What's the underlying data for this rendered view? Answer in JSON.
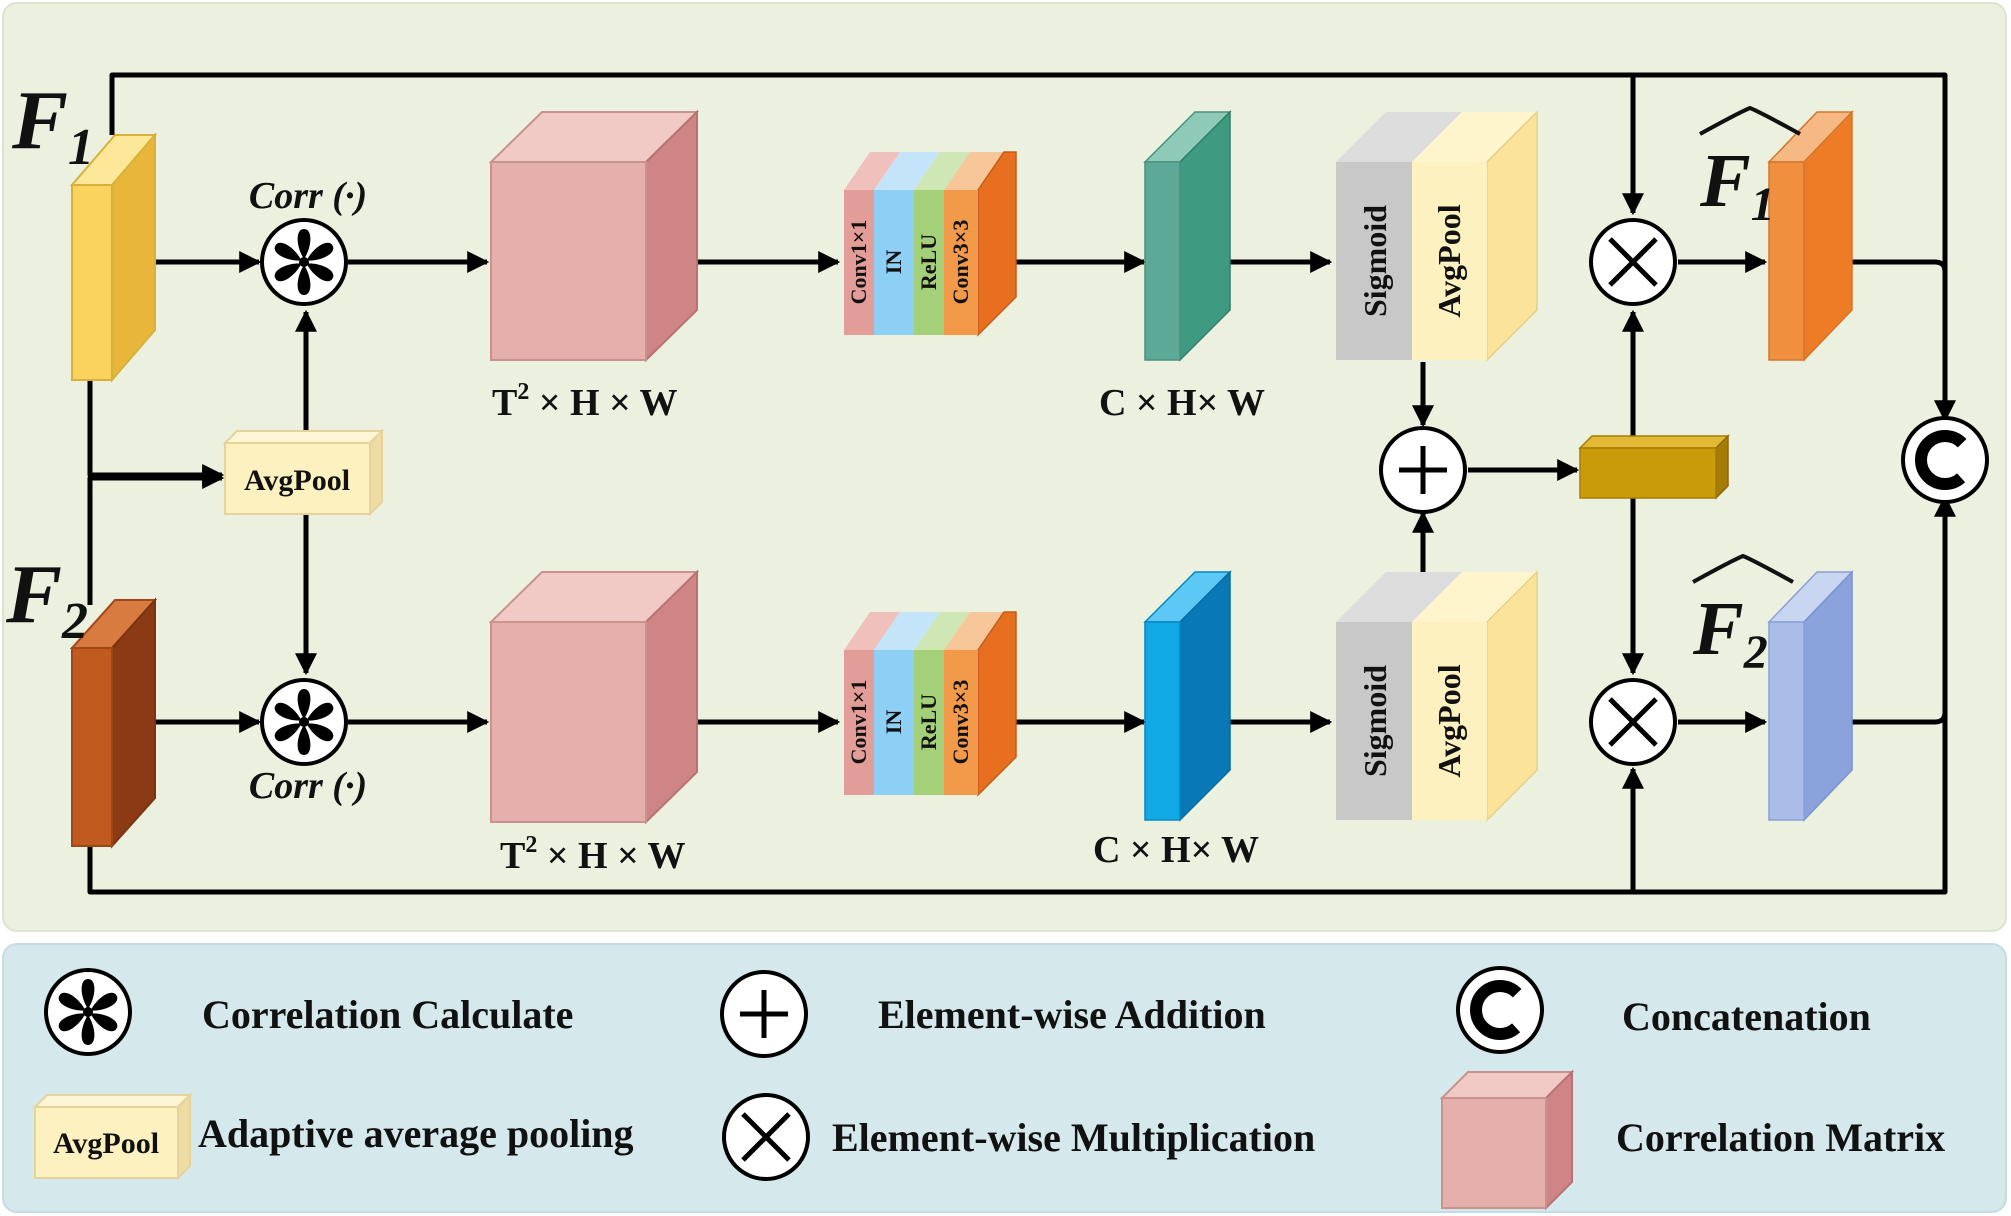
{
  "colors": {
    "main_bg": "#ebf0df",
    "legend_bg": "#d5e8ec",
    "f1_feature": "#f9d35e",
    "f2_feature": "#b8541d",
    "corr_cube": "#e5b0ac",
    "cyan_feature": "#10a9e6",
    "teal_feature": "#5ba996",
    "sigmoid": "#c8c8c8",
    "avgpool_block": "#fdf1c0",
    "fused_bar": "#c99a0a",
    "f1_hat": "#f0903e",
    "f2_hat": "#a9bde8"
  },
  "diagram": {
    "inputs": {
      "f1": {
        "base": "F",
        "sub": "1"
      },
      "f2": {
        "base": "F",
        "sub": "2"
      }
    },
    "outputs": {
      "f1_hat": {
        "base": "F",
        "sub": "1"
      },
      "f2_hat": {
        "base": "F",
        "sub": "2"
      }
    },
    "corr_label_top": "Corr (·)",
    "corr_label_bottom": "Corr (·)",
    "avgpool_label": "AvgPool",
    "corr_matrix_dim_top": {
      "prefix": "T",
      "sup": "2",
      "rest": " × H × W"
    },
    "corr_matrix_dim_bottom": {
      "prefix": "T",
      "sup": "2",
      "rest": " × H × W"
    },
    "feature_dim_top": "C × H× W",
    "feature_dim_bottom": "C × H× W",
    "conv_block_layers": [
      "Conv1×1",
      "IN",
      "ReLU",
      "Conv3×3"
    ],
    "attention_layers": [
      "Sigmoid",
      "AvgPool"
    ]
  },
  "legend": {
    "correlation": "Correlation Calculate",
    "addition": "Element-wise Addition",
    "concatenation": "Concatenation",
    "avgpool_box": "AvgPool",
    "adaptive_pooling": "Adaptive average pooling",
    "multiplication": "Element-wise Multiplication",
    "correlation_matrix": "Correlation Matrix"
  }
}
